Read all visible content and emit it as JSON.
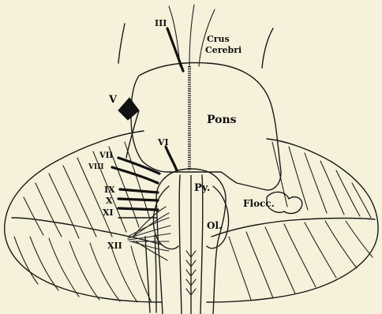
{
  "diagram": {
    "background": "#f5f1da",
    "ink": "#1a1a1a",
    "labels": {
      "crus_line1": "Crus",
      "crus_line2": "Cerebri",
      "pons": "Pons",
      "pyramid": "Py.",
      "olive": "Ol.",
      "flocculus": "Flocc.",
      "nerve_iii": "III",
      "nerve_v": "V",
      "nerve_vi": "VI",
      "nerve_vii": "VII",
      "nerve_viii": "VIII",
      "nerve_ix": "IX",
      "nerve_x": "X",
      "nerve_xi": "XI",
      "nerve_xii": "XII"
    }
  }
}
